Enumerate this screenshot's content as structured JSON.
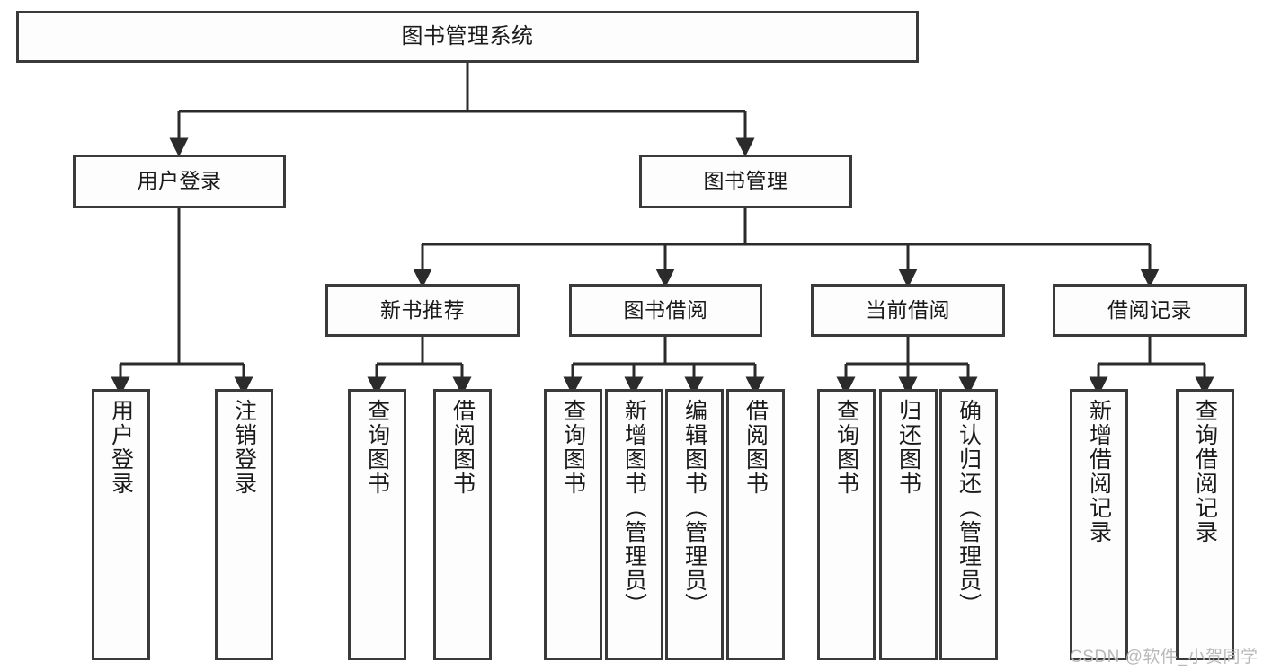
{
  "diagram": {
    "type": "tree",
    "title": "图书管理系统",
    "watermark": "CSDN @软件_小贺同学",
    "colors": {
      "background": "#ffffff",
      "box_fill": "#fdfdfd",
      "box_border": "#3a3a3a",
      "text": "#1a1a1a",
      "connector": "#2b2b2b",
      "watermark": "#b9b9b9"
    },
    "nodes": {
      "root": {
        "label": "图书管理系统"
      },
      "level2": [
        {
          "label": "用户登录"
        },
        {
          "label": "图书管理"
        }
      ],
      "level3": [
        {
          "label": "新书推荐"
        },
        {
          "label": "图书借阅"
        },
        {
          "label": "当前借阅"
        },
        {
          "label": "借阅记录"
        }
      ],
      "leaves": {
        "user_login": [
          {
            "label": "用户登录"
          },
          {
            "label": "注销登录"
          }
        ],
        "new_book_recommend": [
          {
            "label": "查询图书"
          },
          {
            "label": "借阅图书"
          }
        ],
        "book_borrow": [
          {
            "label": "查询图书"
          },
          {
            "label": "新增图书（管理员）"
          },
          {
            "label": "编辑图书（管理员）"
          },
          {
            "label": "借阅图书"
          }
        ],
        "current_borrow": [
          {
            "label": "查询图书"
          },
          {
            "label": "归还图书"
          },
          {
            "label": "确认归还（管理员）"
          }
        ],
        "borrow_record": [
          {
            "label": "新增借阅记录"
          },
          {
            "label": "查询借阅记录"
          }
        ]
      }
    }
  }
}
